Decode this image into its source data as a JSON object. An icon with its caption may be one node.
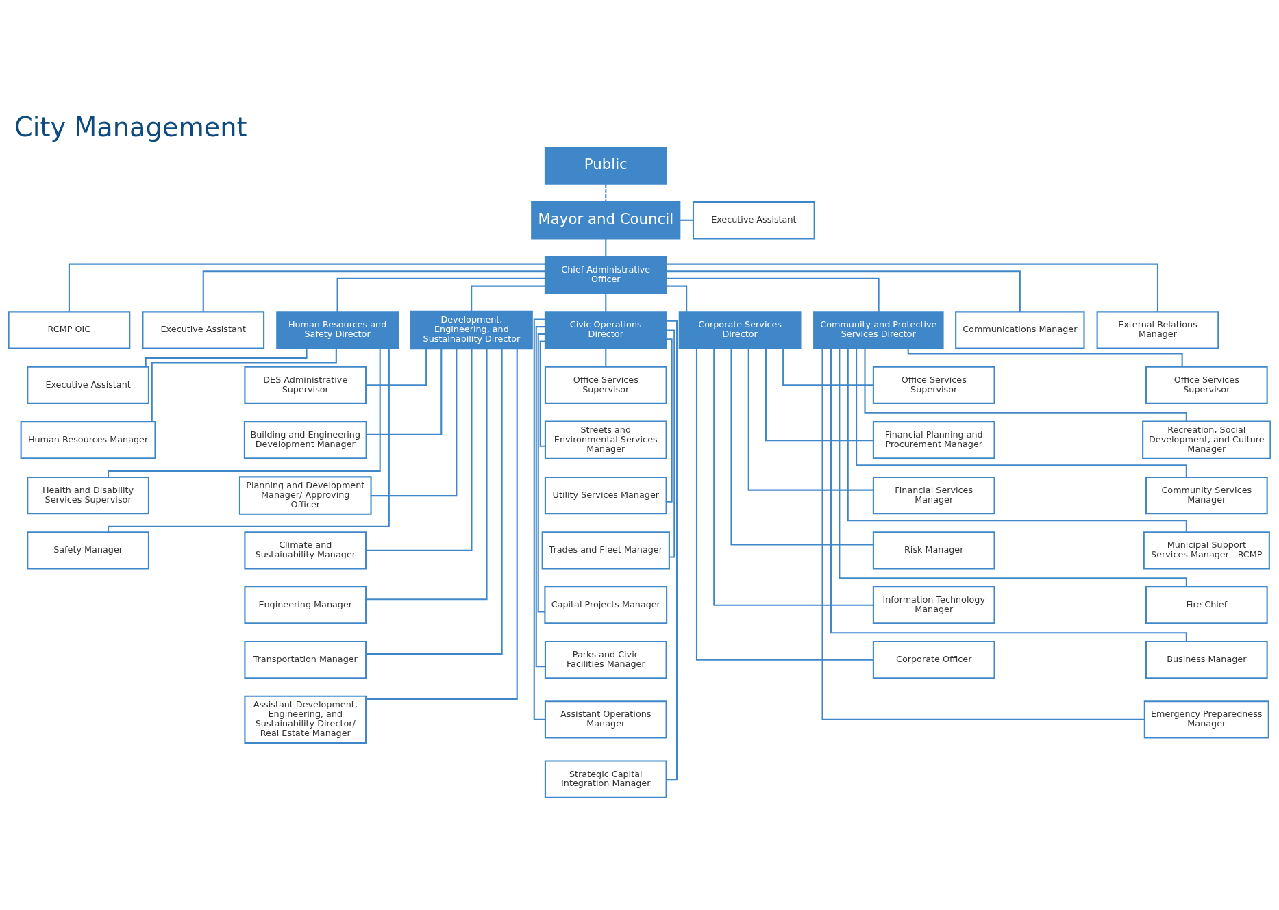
{
  "diagram": {
    "title": "City Management",
    "nodes": [
      {
        "text": [
          "Public"
        ]
      },
      {
        "text": [
          "Mayor and Council"
        ]
      },
      {
        "text": [
          "Executive Assistant"
        ]
      },
      {
        "text": [
          "RCMP OIC"
        ]
      },
      {
        "text": [
          "Chief Administrative Officer"
        ]
      },
      {
        "text": [
          "Executive Assistant"
        ]
      },
      {
        "text": [
          "Human Resources and Safety Director"
        ]
      },
      {
        "text": [
          "Development, Engineering, and Sustainability Director"
        ]
      },
      {
        "text": [
          "Civic Operations Director"
        ]
      },
      {
        "text": [
          "Corporate Services Director"
        ]
      },
      {
        "text": [
          "Community and Protective Services Director"
        ]
      },
      {
        "text": [
          "Communications Manager"
        ]
      },
      {
        "text": [
          "External Relations Manager"
        ]
      },
      {
        "text": [
          "Executive Assistant"
        ]
      },
      {
        "text": [
          "Human Resources Manager"
        ]
      },
      {
        "text": [
          "Health and Disability Services Supervisor"
        ]
      },
      {
        "text": [
          "Safety Manager"
        ]
      },
      {
        "text": [
          "DES Administrative Supervisor"
        ]
      },
      {
        "text": [
          "Building and Engineering Development Manager"
        ]
      },
      {
        "text": [
          "Planning and Development Manager/ Approving Officer"
        ]
      },
      {
        "text": [
          "Climate and Sustainability Manager"
        ]
      },
      {
        "text": [
          "Engineering Manager"
        ]
      },
      {
        "text": [
          "Transportation Manager"
        ]
      },
      {
        "text": [
          "Assistant Development, Engineering, and Sustainability Director/ Real Estate Manager"
        ]
      },
      {
        "text": [
          "Office Services Supervisor"
        ]
      },
      {
        "text": [
          "Streets and Environmental Services Manager"
        ]
      },
      {
        "text": [
          "Utility Services Manager"
        ]
      },
      {
        "text": [
          "Trades and Fleet Manager"
        ]
      },
      {
        "text": [
          "Capital Projects Manager"
        ]
      },
      {
        "text": [
          "Parks and Civic Facilities Manager"
        ]
      },
      {
        "text": [
          "Assistant Operations Manager"
        ]
      },
      {
        "text": [
          "Strategic Capital Integration Manager"
        ]
      },
      {
        "text": [
          "Office Services Supervisor"
        ]
      },
      {
        "text": [
          "Financial Planning and Procurement Manager"
        ]
      },
      {
        "text": [
          "Financial Services Manager"
        ]
      },
      {
        "text": [
          "Risk Manager"
        ]
      },
      {
        "text": [
          "Information Technology Manager"
        ]
      },
      {
        "text": [
          "Corporate Officer"
        ]
      },
      {
        "text": [
          "Office Services Supervisor"
        ]
      },
      {
        "text": [
          "Recreation, Social Development, and Culture Manager"
        ]
      },
      {
        "text": [
          "Community Services Manager"
        ]
      },
      {
        "text": [
          "Municipal Support Services Manager - RCMP"
        ]
      },
      {
        "text": [
          "Fire Chief"
        ]
      },
      {
        "text": [
          "Business Manager"
        ]
      },
      {
        "text": [
          "Emergency Preparedness Manager"
        ]
      }
    ],
    "edges": [
      {
        "from": 0,
        "to": 1,
        "arrow": "none",
        "style": "dashed"
      },
      {
        "from": 1,
        "to": 2,
        "arrow": "none"
      },
      {
        "from": 1,
        "to": 4,
        "arrow": "none"
      },
      {
        "from": 4,
        "to": 3,
        "arrow": "none"
      },
      {
        "from": 4,
        "to": 5,
        "arrow": "none"
      },
      {
        "from": 4,
        "to": 11,
        "arrow": "none"
      },
      {
        "from": 4,
        "to": 12,
        "arrow": "none"
      },
      {
        "from": 4,
        "to": 6,
        "arrow": "none"
      },
      {
        "from": 4,
        "to": 7,
        "arrow": "none"
      },
      {
        "from": 4,
        "to": 8,
        "arrow": "none"
      },
      {
        "from": 4,
        "to": 9,
        "arrow": "none"
      },
      {
        "from": 4,
        "to": 10,
        "arrow": "none"
      },
      {
        "from": 6,
        "to": 13,
        "arrow": "none"
      },
      {
        "from": 6,
        "to": 14,
        "arrow": "none"
      },
      {
        "from": 6,
        "to": 15,
        "arrow": "none"
      },
      {
        "from": 6,
        "to": 16,
        "arrow": "none"
      },
      {
        "from": 7,
        "to": 17,
        "arrow": "none"
      },
      {
        "from": 7,
        "to": 18,
        "arrow": "none"
      },
      {
        "from": 7,
        "to": 19,
        "arrow": "none"
      },
      {
        "from": 7,
        "to": 20,
        "arrow": "none"
      },
      {
        "from": 7,
        "to": 21,
        "arrow": "none"
      },
      {
        "from": 7,
        "to": 22,
        "arrow": "none"
      },
      {
        "from": 7,
        "to": 23,
        "arrow": "none"
      },
      {
        "from": 8,
        "to": 24,
        "arrow": "none"
      },
      {
        "from": 8,
        "to": 25,
        "arrow": "none"
      },
      {
        "from": 8,
        "to": 26,
        "arrow": "none"
      },
      {
        "from": 8,
        "to": 27,
        "arrow": "none"
      },
      {
        "from": 8,
        "to": 28,
        "arrow": "none"
      },
      {
        "from": 8,
        "to": 29,
        "arrow": "none"
      },
      {
        "from": 8,
        "to": 30,
        "arrow": "none"
      },
      {
        "from": 8,
        "to": 31,
        "arrow": "none"
      },
      {
        "from": 9,
        "to": 32,
        "arrow": "none"
      },
      {
        "from": 9,
        "to": 33,
        "arrow": "none"
      },
      {
        "from": 9,
        "to": 34,
        "arrow": "none"
      },
      {
        "from": 9,
        "to": 35,
        "arrow": "none"
      },
      {
        "from": 9,
        "to": 36,
        "arrow": "none"
      },
      {
        "from": 9,
        "to": 37,
        "arrow": "none"
      },
      {
        "from": 10,
        "to": 38,
        "arrow": "none"
      },
      {
        "from": 10,
        "to": 39,
        "arrow": "none"
      },
      {
        "from": 10,
        "to": 40,
        "arrow": "none"
      },
      {
        "from": 10,
        "to": 41,
        "arrow": "none"
      },
      {
        "from": 10,
        "to": 42,
        "arrow": "none"
      },
      {
        "from": 10,
        "to": 43,
        "arrow": "none"
      },
      {
        "from": 10,
        "to": 44,
        "arrow": "none"
      }
    ]
  }
}
